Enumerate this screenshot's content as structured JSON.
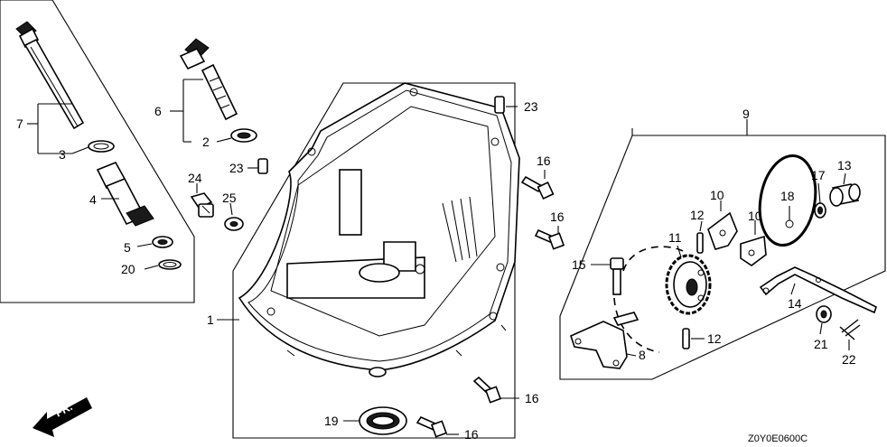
{
  "callouts": {
    "c1": "1",
    "c2": "2",
    "c3": "3",
    "c4": "4",
    "c5": "5",
    "c6": "6",
    "c7": "7",
    "c8": "8",
    "c9": "9",
    "c10a": "10",
    "c10b": "10",
    "c11": "11",
    "c12a": "12",
    "c12b": "12",
    "c13": "13",
    "c14": "14",
    "c15": "15",
    "c16a": "16",
    "c16b": "16",
    "c16c": "16",
    "c16d": "16",
    "c17": "17",
    "c18": "18",
    "c19": "19",
    "c20": "20",
    "c21": "21",
    "c22": "22",
    "c23a": "23",
    "c23b": "23",
    "c24": "24",
    "c25": "25"
  },
  "direction_label": "FR.",
  "diagram_code": "Z0Y0E0600C"
}
